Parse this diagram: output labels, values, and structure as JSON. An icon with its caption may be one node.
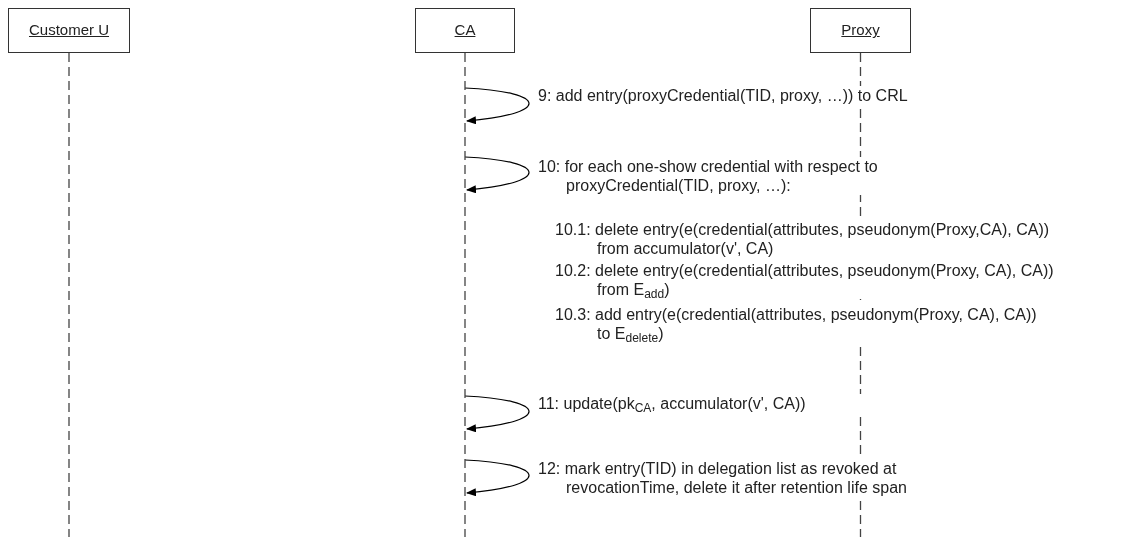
{
  "diagram": {
    "nodes": [
      {
        "text": [
          "Customer U"
        ]
      },
      {
        "text": [
          "CA"
        ]
      },
      {
        "text": [
          "Proxy"
        ]
      }
    ],
    "edges": [
      {
        "from": 1,
        "to": 1,
        "arrow": "to",
        "label": "9: add entry(proxyCredential(TID, proxy, …)) to CRL"
      },
      {
        "from": 1,
        "to": 1,
        "arrow": "to",
        "label": "10: for each one-show credential with respect to proxyCredential(TID, proxy, …):"
      },
      {
        "from": 1,
        "to": 1,
        "arrow": "to",
        "label": "11: update(pk$_{CA}$, accumulator(v', CA))"
      },
      {
        "from": 1,
        "to": 1,
        "arrow": "to",
        "label": "12: mark entry(TID) in delegation list as revoked at revocationTime, delete it after retention life span"
      }
    ],
    "labels": [
      "10.1: delete entry(e(credential(attributes, pseudonym(Proxy,CA), CA)) from accumulator(v', CA)",
      "10.2: delete entry(e(credential(attributes, pseudonym(Proxy, CA), CA)) from E$_{add}$)",
      "10.3: add entry(e(credential(attributes, pseudonym(Proxy, CA), CA)) to E$_{delete}$)"
    ]
  }
}
